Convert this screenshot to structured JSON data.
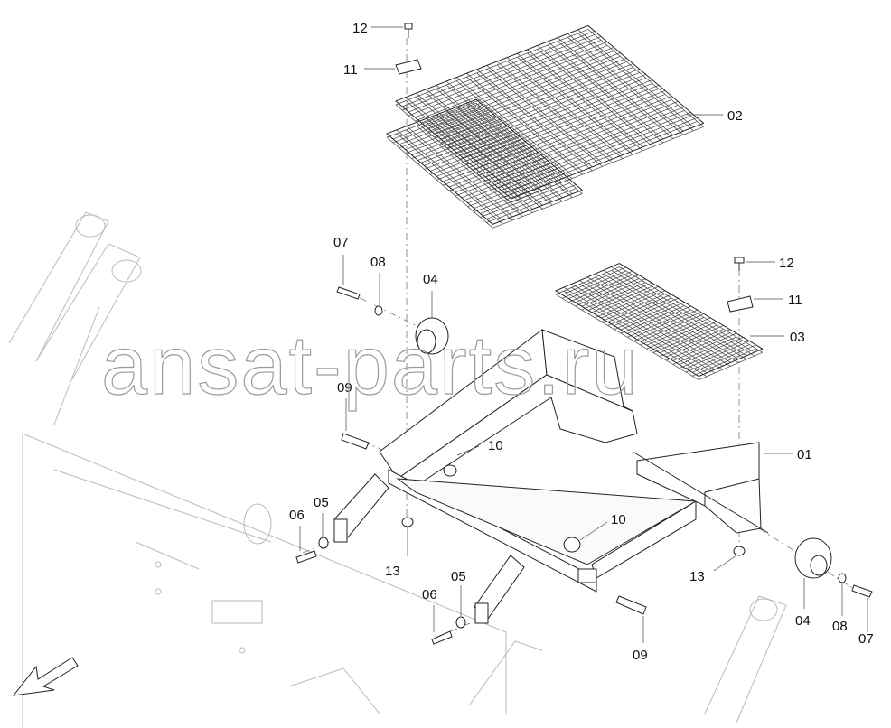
{
  "watermark": "ansat-parts.ru",
  "callouts": {
    "c12a": "12",
    "c11a": "11",
    "c02": "02",
    "c07a": "07",
    "c08a": "08",
    "c04a": "04",
    "c12b": "12",
    "c11b": "11",
    "c03": "03",
    "c09a": "09",
    "c10a": "10",
    "c01": "01",
    "c06a": "06",
    "c05a": "05",
    "c13a": "13",
    "c10b": "10",
    "c13b": "13",
    "c06b": "06",
    "c05b": "05",
    "c04b": "04",
    "c08b": "08",
    "c07b": "07",
    "c09b": "09"
  }
}
